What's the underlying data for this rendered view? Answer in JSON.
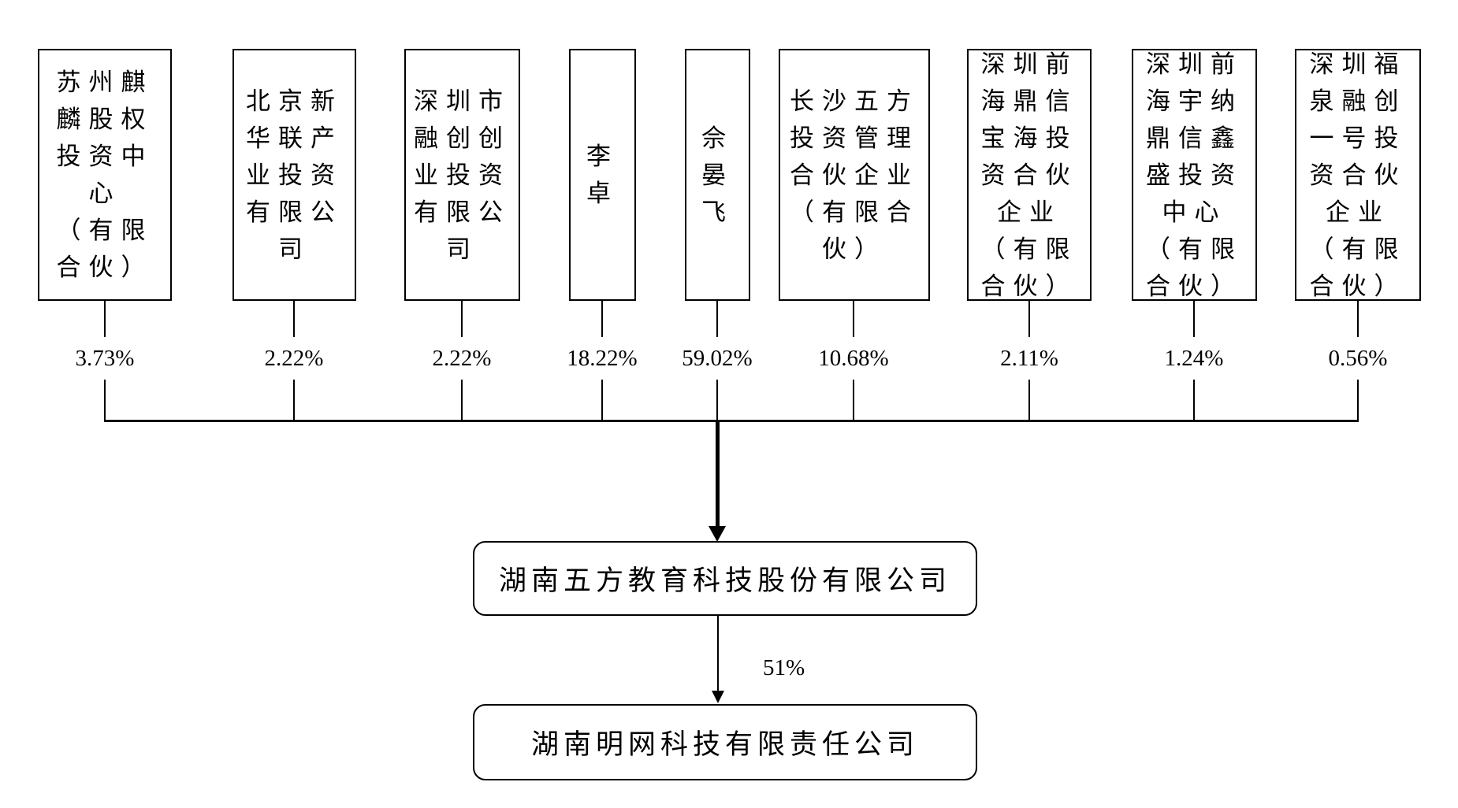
{
  "diagram": {
    "title_hint": "equity ownership structure chart",
    "colors": {
      "line": "#000000",
      "background": "#ffffff",
      "text": "#000000"
    },
    "shareholders": [
      {
        "name": "苏州麒\n麟股权\n投资中\n心\n（有限\n合伙）",
        "full_name": "苏州麒麟股权投资中心（有限合伙）",
        "percent": "3.73%"
      },
      {
        "name": "北京新\n华联产\n业投资\n有限公\n司",
        "full_name": "北京新华联产业投资有限公司",
        "percent": "2.22%"
      },
      {
        "name": "深圳市\n融创创\n业投资\n有限公\n司",
        "full_name": "深圳市融创创业投资有限公司",
        "percent": "2.22%"
      },
      {
        "name": "李\n卓",
        "full_name": "李卓",
        "percent": "18.22%"
      },
      {
        "name": "佘\n晏\n飞",
        "full_name": "佘晏飞",
        "percent": "59.02%"
      },
      {
        "name": "长沙五方\n投资管理\n合伙企业\n（有限合\n伙）",
        "full_name": "长沙五方投资管理合伙企业（有限合伙）",
        "percent": "10.68%"
      },
      {
        "name": "深圳前\n海鼎信\n宝海投\n资合伙\n企业\n（有限\n合伙）",
        "full_name": "深圳前海鼎信宝海投资合伙企业（有限合伙）",
        "percent": "2.11%"
      },
      {
        "name": "深圳前\n海宇纳\n鼎信鑫\n盛投资\n中心\n（有限\n合伙）",
        "full_name": "深圳前海宇纳鼎信鑫盛投资中心（有限合伙）",
        "percent": "1.24%"
      },
      {
        "name": "深圳福\n泉融创\n一号投\n资合伙\n企业\n（有限\n合伙）",
        "full_name": "深圳福泉融创一号投资合伙企业（有限合伙）",
        "percent": "0.56%"
      }
    ],
    "company": {
      "name": "湖南五方教育科技股份有限公司"
    },
    "subsidiary": {
      "name": "湖南明网科技有限责任公司",
      "percent": "51%"
    }
  }
}
